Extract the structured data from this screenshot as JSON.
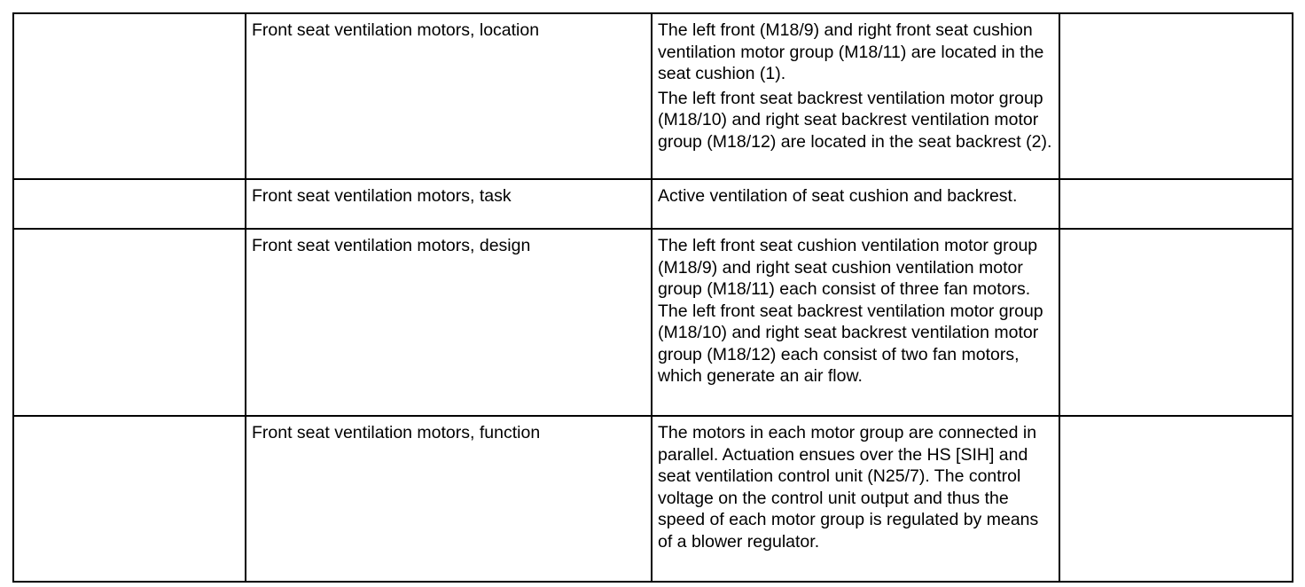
{
  "rows": [
    {
      "topic": "Front seat ventilation motors, location",
      "paragraphs": [
        "The left front (M18/9) and right front seat cushion ventilation motor group (M18/11) are located in the seat cushion (1).",
        "The left front seat backrest ventilation motor group (M18/10) and right seat backrest ventilation motor group (M18/12) are located in the seat backrest (2)."
      ]
    },
    {
      "topic": "Front seat ventilation motors, task",
      "paragraphs": [
        "Active ventilation of seat cushion and backrest."
      ]
    },
    {
      "topic": "Front seat ventilation motors, design",
      "paragraphs": [
        "The left front seat cushion ventilation motor group (M18/9) and right seat cushion ventilation motor group (M18/11) each consist of three fan motors. The left front seat backrest ventilation motor group (M18/10) and right seat backrest ventilation motor group (M18/12) each consist of two fan motors, which generate an air flow."
      ]
    },
    {
      "topic": "Front seat ventilation motors, function",
      "paragraphs": [
        "The motors in each motor group are connected in parallel. Actuation ensues over the HS [SIH] and seat ventilation control unit (N25/7). The control voltage on the control unit output and thus the speed of each motor group is regulated by means of a blower regulator."
      ]
    }
  ]
}
